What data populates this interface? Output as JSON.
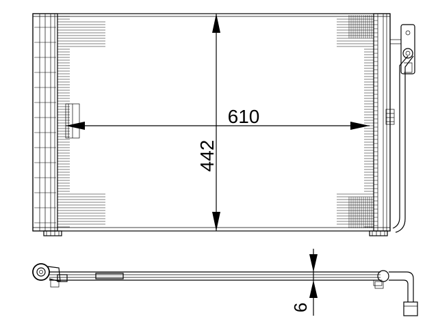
{
  "dimensions": {
    "width": {
      "label": "610"
    },
    "height": {
      "label": "442"
    },
    "depth": {
      "label": "6"
    }
  },
  "colors": {
    "line": "#000000",
    "background": "#ffffff"
  }
}
